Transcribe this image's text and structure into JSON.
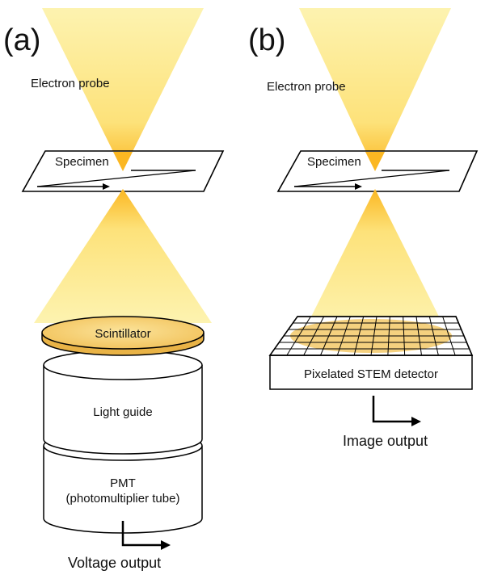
{
  "panels": {
    "a": {
      "label": "(a)",
      "electron_probe": "Electron probe",
      "specimen": "Specimen",
      "scintillator": "Scintillator",
      "light_guide": "Light guide",
      "pmt_line1": "PMT",
      "pmt_line2": "(photomultiplier tube)",
      "output": "Voltage output"
    },
    "b": {
      "label": "(b)",
      "electron_probe": "Electron probe",
      "specimen": "Specimen",
      "detector": "Pixelated  STEM detector",
      "output": "Image output"
    }
  },
  "colors": {
    "beam": "#fdf3b0",
    "beam_focus": "#fbb722",
    "scintillator": "#f7d27a",
    "outline": "#000000"
  }
}
